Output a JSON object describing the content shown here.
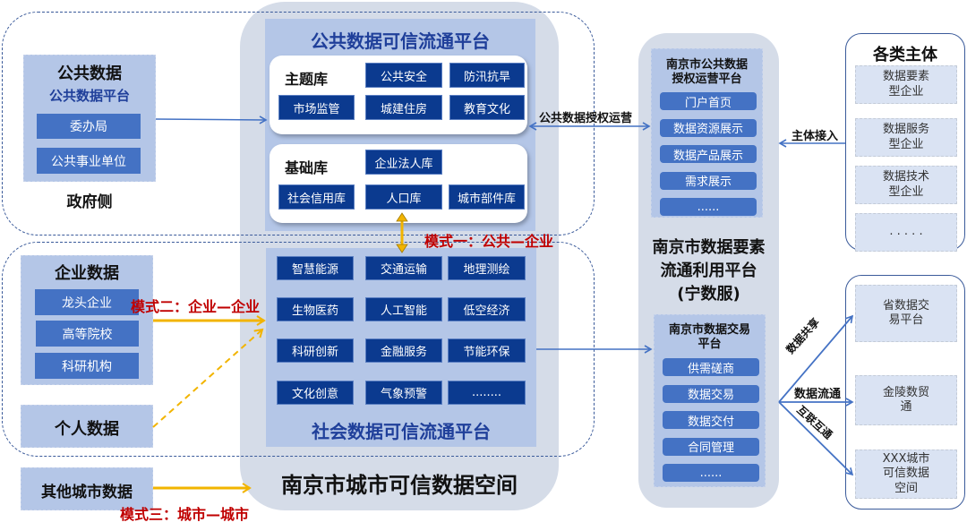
{
  "government_side": {
    "label": "政府侧",
    "public_data": {
      "title": "公共数据",
      "subtitle": "公共数据平台",
      "items": [
        "委办局",
        "公共事业单位"
      ]
    }
  },
  "enterprise_data": {
    "title": "企业数据",
    "items": [
      "龙头企业",
      "高等院校",
      "科研机构"
    ]
  },
  "personal_data": {
    "title": "个人数据"
  },
  "other_city_data": {
    "title": "其他城市数据"
  },
  "modes": {
    "mode1": "模式一：公共—企业",
    "mode2": "模式二：企业—企业",
    "mode3": "模式三：城市—城市"
  },
  "city_space": {
    "title": "南京市城市可信数据空间",
    "public_platform": {
      "title": "公共数据可信流通平台",
      "theme_lib": {
        "label": "主题库",
        "items": [
          "公共安全",
          "防汛抗旱",
          "市场监管",
          "城建住房",
          "教育文化"
        ]
      },
      "base_lib": {
        "label": "基础库",
        "items": [
          "企业法人库",
          "社会信用库",
          "人口库",
          "城市部件库"
        ]
      }
    },
    "social_platform": {
      "title": "社会数据可信流通平台",
      "items": [
        "智慧能源",
        "交通运输",
        "地理测绘",
        "生物医药",
        "人工智能",
        "低空经济",
        "科研创新",
        "金融服务",
        "节能环保",
        "文化创意",
        "气象预警",
        "........"
      ]
    }
  },
  "connector_labels": {
    "public_auth": "公共数据授权运营",
    "entity_access": "主体接入",
    "data_sharing": "数据共享",
    "data_circulation": "数据流通",
    "interconnect": "互联互通"
  },
  "element_platform": {
    "title_lines": [
      "南京市数据要素",
      "流通利用平台",
      "(宁数服)"
    ],
    "auth_platform": {
      "title_lines": [
        "南京市公共数据",
        "授权运营平台"
      ],
      "items": [
        "门户首页",
        "数据资源展示",
        "数据产品展示",
        "需求展示",
        "......"
      ]
    },
    "trade_platform": {
      "title_lines": [
        "南京市数据交易",
        "平台"
      ],
      "items": [
        "供需磋商",
        "数据交易",
        "数据交付",
        "合同管理",
        "......"
      ]
    }
  },
  "entities": {
    "title": "各类主体",
    "items": [
      [
        "数据要素",
        "型企业"
      ],
      [
        "数据服务",
        "型企业"
      ],
      [
        "数据技术",
        "型企业"
      ],
      [
        ". . . . ."
      ]
    ]
  },
  "external_platforms": [
    [
      "省数据交",
      "易平台"
    ],
    [
      "金陵数贸",
      "通"
    ],
    [
      "XXX城市",
      "可信数据",
      "空间"
    ]
  ],
  "colors": {
    "dark_blue": "#0b3a8f",
    "mid_blue": "#4472c4",
    "panel_blue": "#b4c6e7",
    "space_grey": "#d5dce8",
    "mode_red": "#c00000",
    "arrow_gold": "#f2b400"
  }
}
